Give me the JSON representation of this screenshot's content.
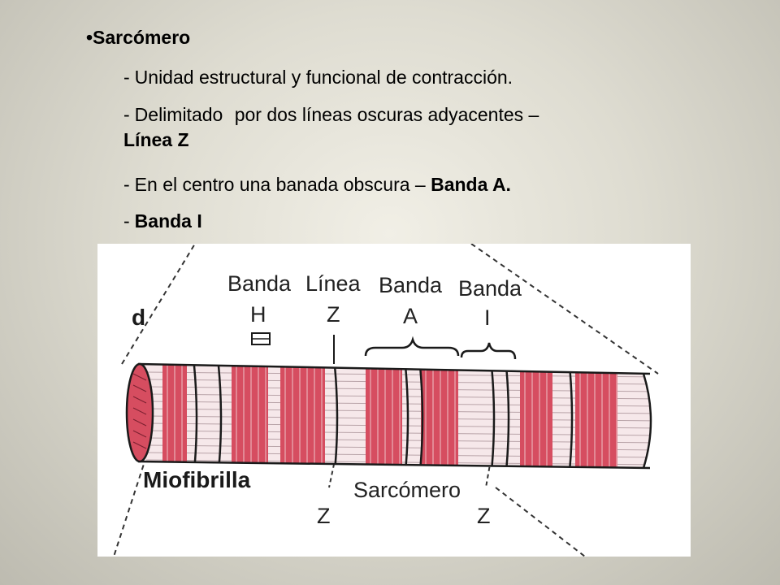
{
  "slide": {
    "title": "•Sarcómero",
    "bullets": [
      {
        "dash": "-",
        "text": "Unidad estructural y funcional de contracción."
      },
      {
        "dash": "-",
        "text_a": "Delimitado",
        "text_b": "por dos líneas oscuras adyacentes –",
        "bold": "Línea Z"
      },
      {
        "dash": "-",
        "text": "En el centro una banada obscura –",
        "bold": "Banda A."
      },
      {
        "dash": "-",
        "bold": "Banda I"
      }
    ]
  },
  "figure": {
    "labels": {
      "d": "d",
      "banda_h_1": "Banda",
      "banda_h_2": "H",
      "linea_z_1": "Línea",
      "linea_z_2": "Z",
      "banda_a_1": "Banda",
      "banda_a_2": "A",
      "banda_i_1": "Banda",
      "banda_i_2": "I",
      "miofibrilla": "Miofibrilla",
      "sarcomero": "Sarcómero",
      "z_left": "Z",
      "z_right": "Z"
    },
    "colors": {
      "band_red": "#d64d60",
      "band_light": "#f4dde0",
      "line": "#1a1a1a"
    }
  }
}
